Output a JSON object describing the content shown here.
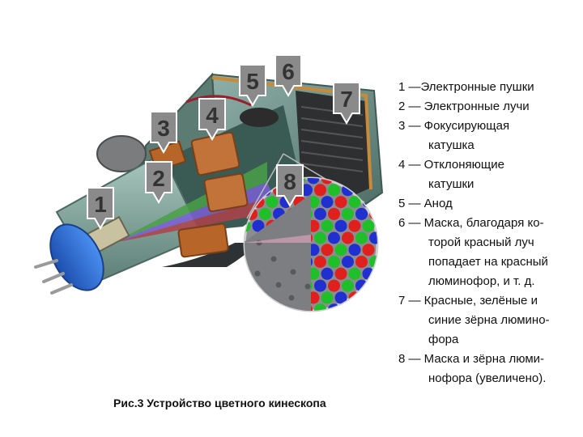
{
  "pins": [
    "1",
    "2",
    "3",
    "4",
    "5",
    "6",
    "7",
    "8"
  ],
  "legend": [
    {
      "id": 1,
      "lines": [
        "1 —Электронные пушки"
      ]
    },
    {
      "id": 2,
      "lines": [
        "2 — Электронные лучи"
      ]
    },
    {
      "id": 3,
      "lines": [
        "3 — Фокусирующая",
        "катушка"
      ]
    },
    {
      "id": 4,
      "lines": [
        "4 — Отклоняющие",
        "катушки"
      ]
    },
    {
      "id": 5,
      "lines": [
        "5 — Анод"
      ]
    },
    {
      "id": 6,
      "lines": [
        "6 — Маска, благодаря ко-",
        "торой красный луч",
        "попадает на красный",
        "люминофор, и т. д."
      ]
    },
    {
      "id": 7,
      "lines": [
        "7 — Красные, зелёные и",
        "синие зёрна люмино-",
        "фора"
      ]
    },
    {
      "id": 8,
      "lines": [
        "8 — Маска и зёрна люми-",
        "нофора (увеличено)."
      ]
    }
  ],
  "caption": "Рис.3 Устройство цветного кинескопа",
  "colors": {
    "phosphor_red": "#e0201c",
    "phosphor_green": "#1fbf2a",
    "phosphor_blue": "#1f2fd0",
    "tube_glass": "#6b8f86",
    "coil_copper": "#b8652a",
    "socket_blue": "#2a6fd6",
    "pin_marker": "#8a8a8a"
  }
}
